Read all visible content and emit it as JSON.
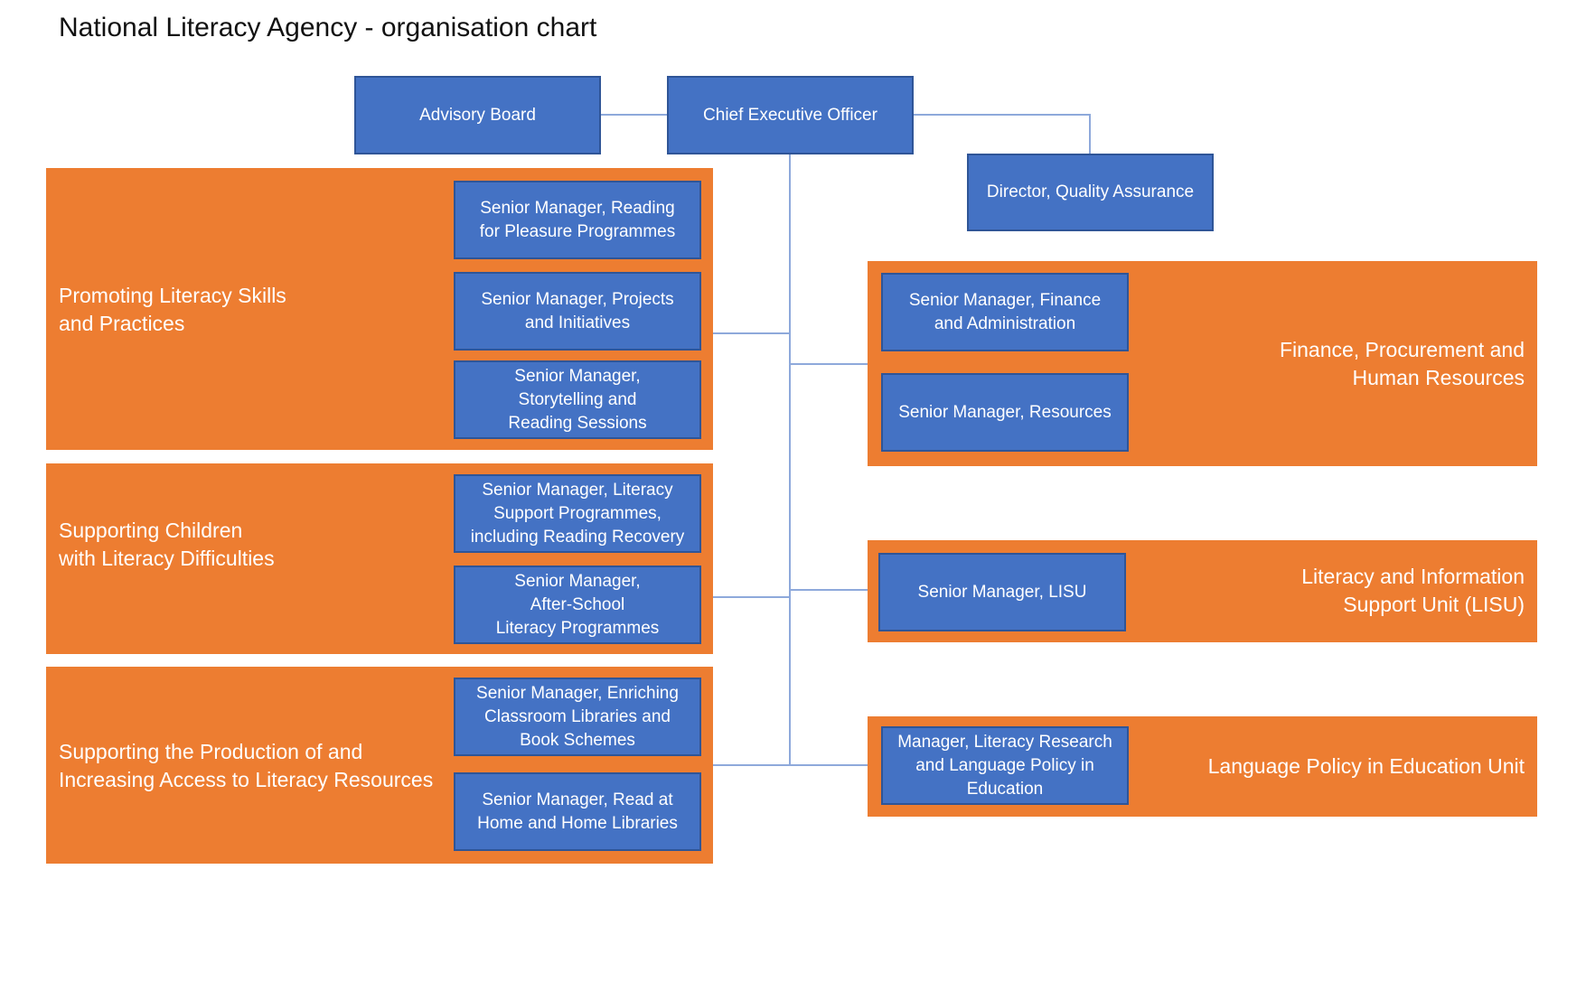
{
  "title": "National Literacy Agency - organisation chart",
  "colors": {
    "unit": "#ED7D31",
    "role": "#4472C4",
    "role_border": "#2F5597",
    "connector": "#8EA9DB"
  },
  "top": {
    "advisory_board": "Advisory Board",
    "ceo": "Chief Executive Officer",
    "director_qa": "Director, Quality Assurance"
  },
  "units": {
    "promoting": {
      "name": "Promoting Literacy Skills\nand Practices",
      "roles": [
        "Senior Manager, Reading\nfor Pleasure Programmes",
        "Senior Manager, Projects\nand Initiatives",
        "Senior Manager,\nStorytelling and\nReading Sessions"
      ]
    },
    "supporting_children": {
      "name": "Supporting Children\nwith Literacy Difficulties",
      "roles": [
        "Senior Manager, Literacy\nSupport Programmes,\nincluding Reading Recovery",
        "Senior Manager,\nAfter-School\nLiteracy Programmes"
      ]
    },
    "production": {
      "name": "Supporting the Production of and\nIncreasing Access to Literacy Resources",
      "roles": [
        "Senior Manager, Enriching\nClassroom Libraries and\nBook Schemes",
        "Senior Manager, Read at\nHome and Home Libraries"
      ]
    },
    "finance": {
      "name": "Finance, Procurement and\nHuman Resources",
      "roles": [
        "Senior Manager, Finance\nand Administration",
        "Senior Manager, Resources"
      ]
    },
    "lisu": {
      "name": "Literacy and Information\nSupport Unit (LISU)",
      "roles": [
        "Senior Manager, LISU"
      ]
    },
    "language": {
      "name": "Language Policy in Education Unit",
      "roles": [
        "Manager, Literacy Research\nand Language Policy in\nEducation"
      ]
    }
  }
}
